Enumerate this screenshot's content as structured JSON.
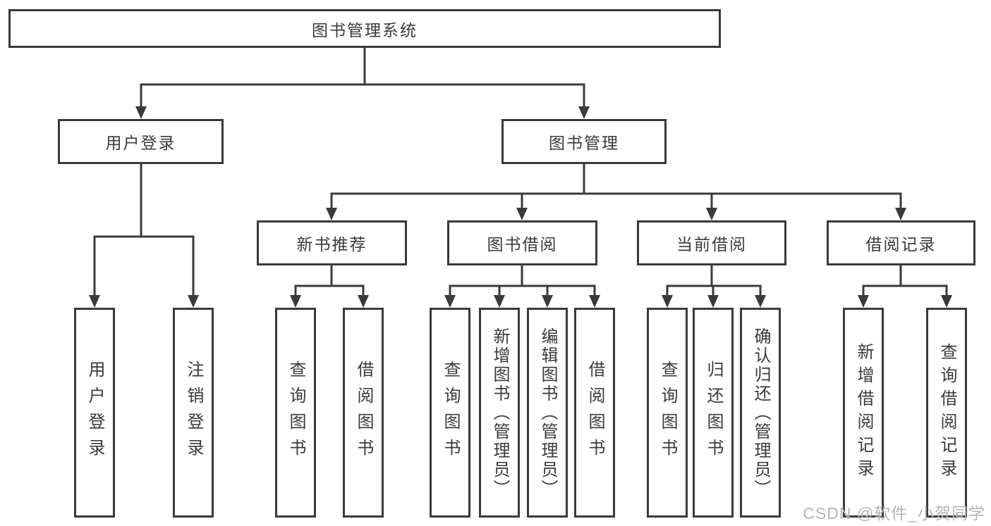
{
  "diagram": {
    "root": {
      "label": "图书管理系统"
    },
    "level2": [
      {
        "label": "用户登录"
      },
      {
        "label": "图书管理"
      }
    ],
    "level3": [
      {
        "label": "新书推荐",
        "parent": "图书管理"
      },
      {
        "label": "图书借阅",
        "parent": "图书管理"
      },
      {
        "label": "当前借阅",
        "parent": "图书管理"
      },
      {
        "label": "借阅记录",
        "parent": "图书管理"
      }
    ],
    "leaves": [
      {
        "label": "用户登录",
        "parent": "用户登录"
      },
      {
        "label": "注销登录",
        "parent": "用户登录"
      },
      {
        "label": "查询图书",
        "parent": "新书推荐"
      },
      {
        "label": "借阅图书",
        "parent": "新书推荐"
      },
      {
        "label": "查询图书",
        "parent": "图书借阅"
      },
      {
        "label": "新增图书（管理员）",
        "parent": "图书借阅"
      },
      {
        "label": "编辑图书（管理员）",
        "parent": "图书借阅"
      },
      {
        "label": "借阅图书",
        "parent": "图书借阅"
      },
      {
        "label": "查询图书",
        "parent": "当前借阅"
      },
      {
        "label": "归还图书",
        "parent": "当前借阅"
      },
      {
        "label": "确认归还（管理员）",
        "parent": "当前借阅"
      },
      {
        "label": "新增借阅记录",
        "parent": "借阅记录"
      },
      {
        "label": "查询借阅记录",
        "parent": "借阅记录"
      }
    ]
  },
  "watermark": "CSDN @软件_小贺同学",
  "colors": {
    "line": "#3a3a3a",
    "text": "#3a3a3a",
    "box_background": "#ffffff",
    "watermark": "#b5b5b5",
    "page_background": "#ffffff"
  }
}
